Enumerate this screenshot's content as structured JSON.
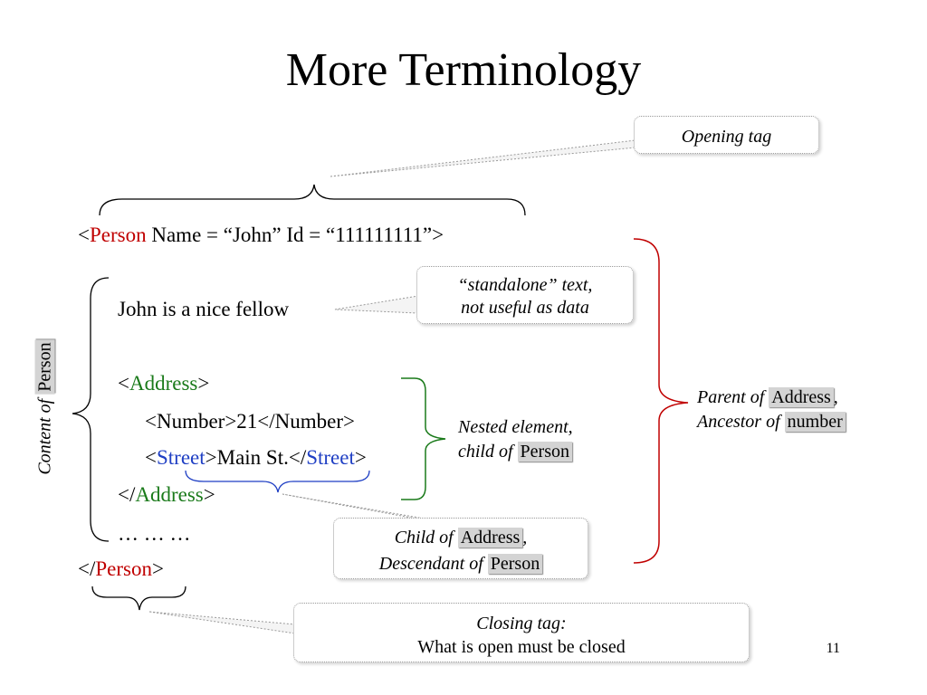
{
  "slide": {
    "title": "More Terminology",
    "page_number": "11"
  },
  "code": {
    "open_lt": "<",
    "open_tag": "Person",
    "open_attrs": "  Name = “John”  Id = “111111111”>",
    "text_line": "John is a nice fellow",
    "addr_lt": "<",
    "addr_tag": "Address",
    "addr_gt": ">",
    "number_line": "<Number>21</Number>",
    "street_lt": "<",
    "street_tag": "Street",
    "street_mid": ">Main St.</",
    "street_tag_close": "Street",
    "street_gt": ">",
    "addr_close_lt": "</",
    "addr_close_tag": "Address",
    "addr_close_gt": ">",
    "ellipsis": "… … …",
    "close_lt": "</",
    "close_tag": "Person",
    "close_gt": ">"
  },
  "callouts": {
    "opening_tag": "Opening tag",
    "standalone_line1": "“standalone” text,",
    "standalone_line2": "not useful as data",
    "nested_line1": "Nested element,",
    "nested_line2_prefix": "child of ",
    "nested_chip": "Person",
    "child_prefix": "Child of ",
    "child_chip": "Address",
    "child_suffix": ",",
    "descendant_prefix": "Descendant of ",
    "descendant_chip": "Person",
    "closing_line1": "Closing  tag:",
    "closing_line2": "What is open must be closed",
    "parent_prefix": "Parent of ",
    "parent_chip": "Address",
    "parent_suffix": ",",
    "ancestor_prefix": "Ancestor of ",
    "ancestor_chip": "number",
    "content_of_prefix": "Content of  ",
    "content_of_chip": "Person"
  },
  "colors": {
    "tag_red": "#c00000",
    "tag_green": "#1a7a1a",
    "tag_blue": "#1f3fc4"
  }
}
